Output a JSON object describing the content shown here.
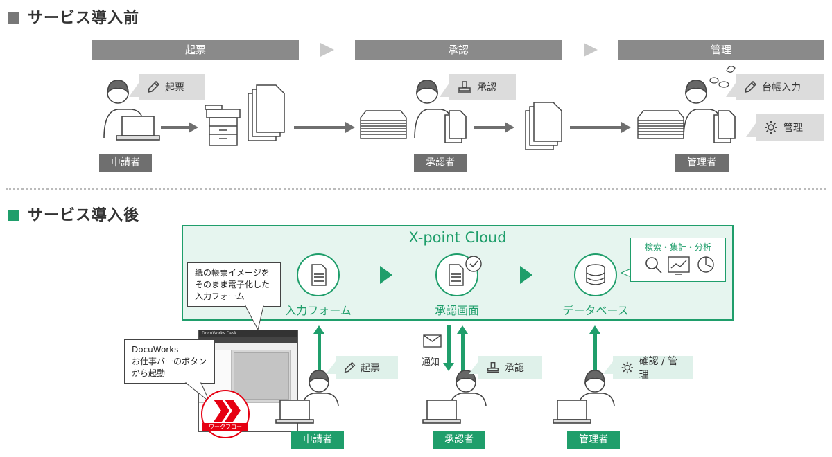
{
  "before": {
    "title": "サービス導入前",
    "square_color": "#777777",
    "stages": [
      "起票",
      "承認",
      "管理"
    ],
    "callouts": {
      "kihyo": "起票",
      "shonin": "承認",
      "daicho": "台帳入力",
      "kanri": "管理"
    },
    "roles": {
      "applicant": "申請者",
      "approver": "承認者",
      "manager": "管理者"
    }
  },
  "after": {
    "title": "サービス導入後",
    "square_color": "#1f9e6b",
    "cloud_title": "X-point Cloud",
    "nodes": {
      "form": "入力フォーム",
      "approval": "承認画面",
      "database": "データベース"
    },
    "analysis_label": "検索・集計・分析",
    "note_form": [
      "紙の帳票イメージを",
      "そのまま電子化した",
      "入力フォーム"
    ],
    "note_docuworks": [
      "DocuWorks",
      "お仕事バーのボタン",
      "から起動"
    ],
    "workflow_label": "ワークフロー",
    "notify": "通知",
    "callouts": {
      "kihyo": "起票",
      "shonin": "承認",
      "kakunin": "確認 / 管理"
    },
    "roles": {
      "applicant": "申請者",
      "approver": "承認者",
      "manager": "管理者"
    },
    "app_window_title": "DocuWorks Desk"
  }
}
